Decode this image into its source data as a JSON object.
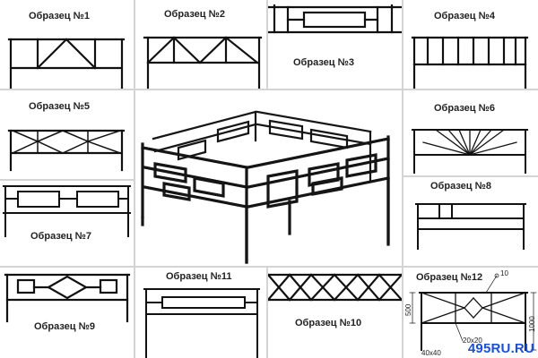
{
  "samples": {
    "s1": "Образец №1",
    "s2": "Образец №2",
    "s3": "Образец №3",
    "s4": "Образец №4",
    "s5": "Образец №5",
    "s6": "Образец №6",
    "s7": "Образец №7",
    "s8": "Образец №8",
    "s9": "Образец №9",
    "s10": "Образец №10",
    "s11": "Образец №11",
    "s12": "Образец №12"
  },
  "dimensions": {
    "post": "10",
    "height_small": "500",
    "height_large": "1000",
    "profile_a": "20x20",
    "profile_b": "40x40"
  },
  "watermark": "495RU.RU",
  "colors": {
    "line": "#111111",
    "watermark": "#1a4fd6"
  }
}
